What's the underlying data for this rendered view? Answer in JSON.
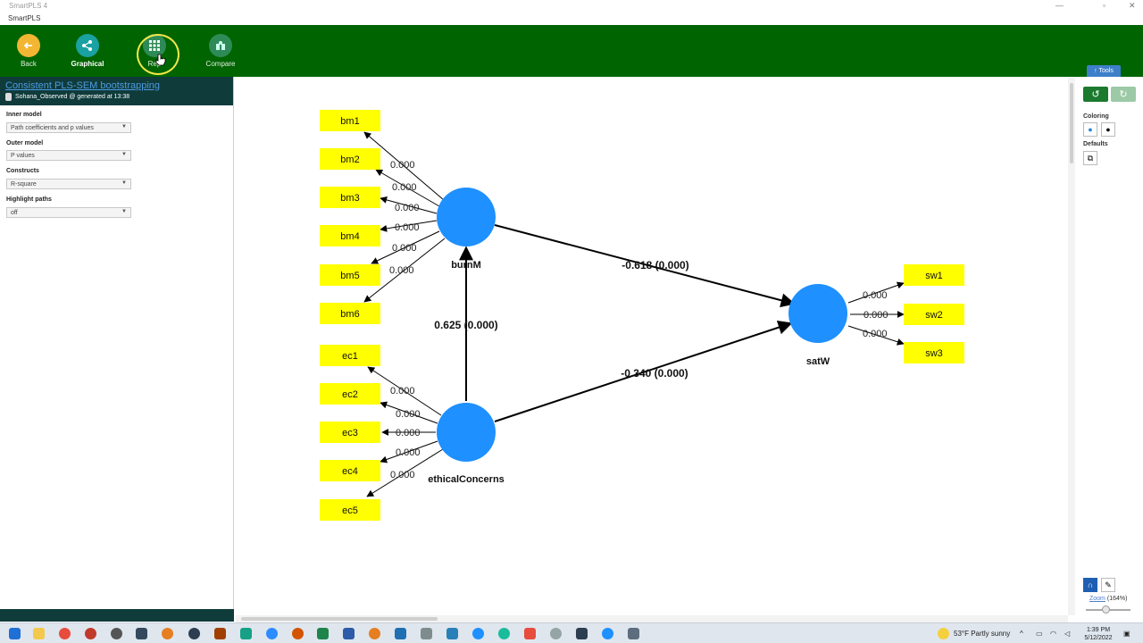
{
  "window": {
    "title": "SmartPLS 4",
    "menu": "SmartPLS"
  },
  "toolbar": {
    "back": "Back",
    "graphical": "Graphical",
    "report": "Rep",
    "compare": "Compare",
    "tools": "Tools"
  },
  "left_panel": {
    "title": "Consistent PLS-SEM bootstrapping",
    "subtitle": "Sohana_Observed @ generated at 13:38",
    "sections": [
      {
        "label": "Inner model",
        "value": "Path coefficients and p values"
      },
      {
        "label": "Outer model",
        "value": "P values"
      },
      {
        "label": "Constructs",
        "value": "R-square"
      },
      {
        "label": "Highlight paths",
        "value": "off"
      }
    ]
  },
  "model": {
    "constructs": [
      {
        "id": "burnM",
        "label": "burnM"
      },
      {
        "id": "ethicalConcerns",
        "label": "ethicalConcerns"
      },
      {
        "id": "satW",
        "label": "satW"
      }
    ],
    "indicators": {
      "burnM": [
        "bm1",
        "bm2",
        "bm3",
        "bm4",
        "bm5",
        "bm6"
      ],
      "ethicalConcerns": [
        "ec1",
        "ec2",
        "ec3",
        "ec4",
        "ec5"
      ],
      "satW": [
        "sw1",
        "sw2",
        "sw3"
      ]
    },
    "outer_p_values": {
      "burnM": [
        "0.000",
        "0.000",
        "0.000",
        "0.000",
        "0.000",
        "0.000"
      ],
      "ethicalConcerns": [
        "0.000",
        "0.000",
        "0.000",
        "0.000",
        "0.000"
      ],
      "satW": [
        "0.000",
        "0.000",
        "0.000"
      ]
    },
    "paths": [
      {
        "from": "burnM",
        "to": "satW",
        "label": "-0.618 (0.000)"
      },
      {
        "from": "ethicalConcerns",
        "to": "burnM",
        "label": "0.625 (0.000)"
      },
      {
        "from": "ethicalConcerns",
        "to": "satW",
        "label": "-0.340 (0.000)"
      }
    ]
  },
  "right_panel": {
    "coloring": "Coloring",
    "defaults": "Defaults",
    "zoom_link": "Zoom",
    "zoom_value": "(164%)"
  },
  "taskbar": {
    "weather": "53°F  Partly sunny",
    "time": "1:39 PM",
    "date": "5/12/2022"
  },
  "colors": {
    "toolbar_green": "#006400",
    "construct_blue": "#1e90ff",
    "indicator_yellow": "#ffff00",
    "panel_header": "#0f3b3b"
  }
}
